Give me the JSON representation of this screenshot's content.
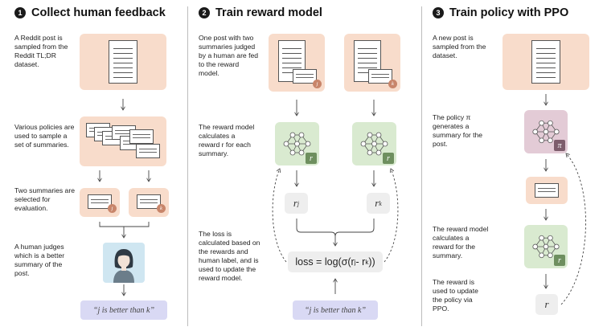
{
  "steps": [
    {
      "number": "1",
      "title": "Collect human feedback"
    },
    {
      "number": "2",
      "title": "Train reward model"
    },
    {
      "number": "3",
      "title": "Train policy with PPO"
    }
  ],
  "col1": {
    "desc1": "A Reddit post is sampled from the Reddit TL;DR dataset.",
    "desc2": "Various policies are used to sample a set of summaries.",
    "desc3": "Two summaries are selected for evaluation.",
    "desc4": "A human judges which is a better summary of the post.",
    "badge_j": "j",
    "badge_k": "k",
    "judgement": "“j is better than k”"
  },
  "col2": {
    "desc1": "One post with two summaries judged by a human are fed to the reward model.",
    "desc2": "The reward model calculates a reward r for each summary.",
    "desc3": "The loss is calculated based on the rewards and human label, and is used to update the reward model.",
    "badge_j": "j",
    "badge_k": "k",
    "reward_label": "r",
    "r_symbol": "r",
    "sub_j": "j",
    "sub_k": "k",
    "loss_prefix": "loss = log(σ(r",
    "loss_mid": " - r",
    "loss_suffix": "))",
    "judgement": "“j is better than k”"
  },
  "col3": {
    "desc1": "A new post is sampled from the dataset.",
    "desc2": "The policy π generates a summary for the post.",
    "desc3": "The reward model calculates a reward for the summary.",
    "desc4": "The reward is used to update the policy via PPO.",
    "policy_label": "π",
    "reward_label": "r",
    "r_value": "r"
  },
  "colors": {
    "peach": "#f8dccb",
    "green": "#d9ead0",
    "purple": "#e3cbd6",
    "gray": "#eeeeee",
    "lavender": "#d9d9f4"
  }
}
